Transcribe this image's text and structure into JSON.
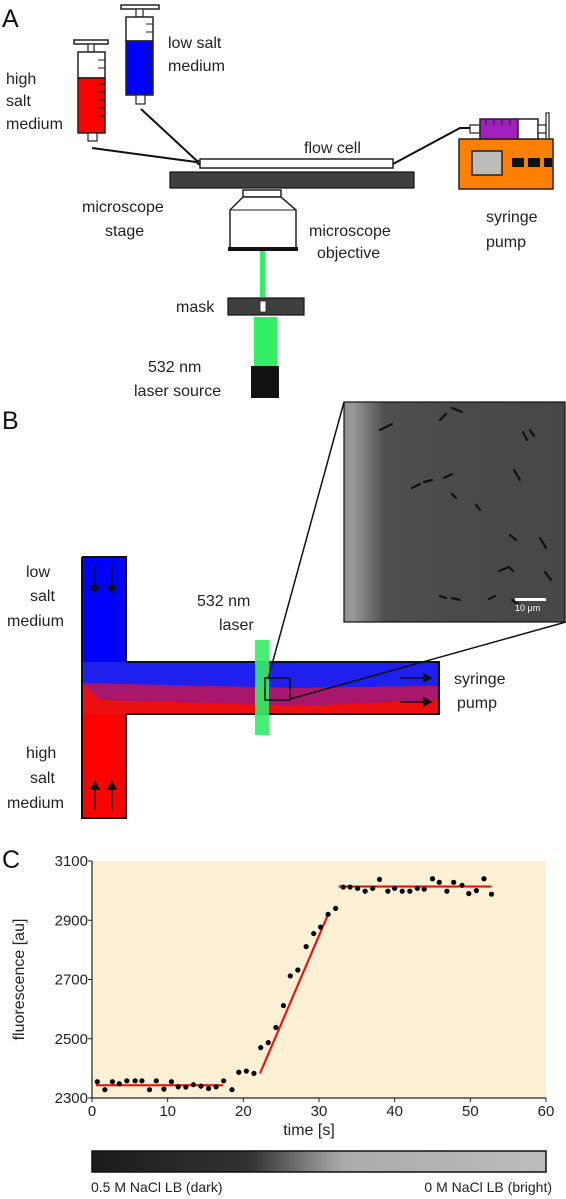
{
  "panel_a": {
    "panel_label": "A",
    "high_salt_label": [
      "high",
      "salt",
      "medium"
    ],
    "low_salt_label": [
      "low  salt",
      "medium"
    ],
    "flow_cell_label": "flow cell",
    "stage_label": [
      "microscope",
      "stage"
    ],
    "objective_label": [
      "microscope",
      "objective"
    ],
    "pump_label": [
      "syringe",
      "pump"
    ],
    "mask_label": "mask",
    "laser_label": [
      "532 nm",
      "laser source"
    ],
    "colors": {
      "high_salt": "#ff0000",
      "low_salt": "#0000ff",
      "pump_body": "#ff7f00",
      "pump_syringe": "#a020c0",
      "laser": "#33ee66",
      "stage": "#3f3f3f"
    }
  },
  "panel_b": {
    "panel_label": "B",
    "low_salt_label": [
      "low",
      "salt",
      "medium"
    ],
    "high_salt_label": [
      "high",
      "salt",
      "medium"
    ],
    "laser_label": [
      "532 nm",
      "laser"
    ],
    "pump_label": [
      "syringe",
      "pump"
    ],
    "scale_bar_label": "10 μm"
  },
  "panel_c": {
    "panel_label": "C",
    "gradient_left_label": "0.5 M NaCl  LB (dark)",
    "gradient_right_label": "0 M NaCl LB (bright)"
  },
  "chart_data": {
    "type": "scatter",
    "xlabel": "time [s]",
    "ylabel": "fluorescence [au]",
    "xlim": [
      0,
      60
    ],
    "ylim": [
      2300,
      3100
    ],
    "xticks": [
      0,
      10,
      20,
      30,
      40,
      50,
      60
    ],
    "yticks": [
      2300,
      2500,
      2700,
      2900,
      3100
    ],
    "background": "#fdf0d5",
    "point_color": "#000000",
    "fit_color": "#ff0000",
    "points": {
      "x": [
        0.7,
        1.7,
        2.7,
        3.6,
        4.6,
        5.7,
        6.6,
        7.6,
        8.5,
        9.5,
        10.5,
        11.4,
        12.4,
        13.4,
        14.4,
        15.4,
        16.4,
        17.4,
        18.5,
        19.4,
        20.4,
        21.4,
        22.3,
        23.3,
        24.3,
        25.3,
        26.2,
        27.2,
        28.3,
        29.3,
        30.2,
        31.2,
        32.2,
        33.2,
        34.1,
        35.1,
        36.1,
        37.1,
        38.0,
        39.1,
        40.0,
        41.0,
        42.0,
        43.0,
        43.9,
        45.0,
        45.9,
        46.9,
        47.8,
        48.9,
        49.8,
        50.8,
        51.8,
        52.8
      ],
      "y": [
        2355,
        2328,
        2355,
        2348,
        2358,
        2358,
        2358,
        2328,
        2358,
        2330,
        2355,
        2338,
        2337,
        2345,
        2340,
        2332,
        2338,
        2358,
        2328,
        2387,
        2391,
        2383,
        2470,
        2487,
        2538,
        2612,
        2712,
        2732,
        2811,
        2855,
        2877,
        2920,
        2940,
        3012,
        3012,
        3008,
        2998,
        3008,
        3038,
        2998,
        3008,
        2998,
        2998,
        3008,
        3005,
        3040,
        3028,
        2998,
        3028,
        3018,
        2990,
        3000,
        3040,
        2988
      ]
    },
    "fits": [
      {
        "x": [
          0.5,
          17.3
        ],
        "y": [
          2343,
          2343
        ]
      },
      {
        "x": [
          22.2,
          31.3
        ],
        "y": [
          2383,
          2926
        ]
      },
      {
        "x": [
          32.6,
          52.8
        ],
        "y": [
          3014,
          3014
        ]
      }
    ]
  }
}
